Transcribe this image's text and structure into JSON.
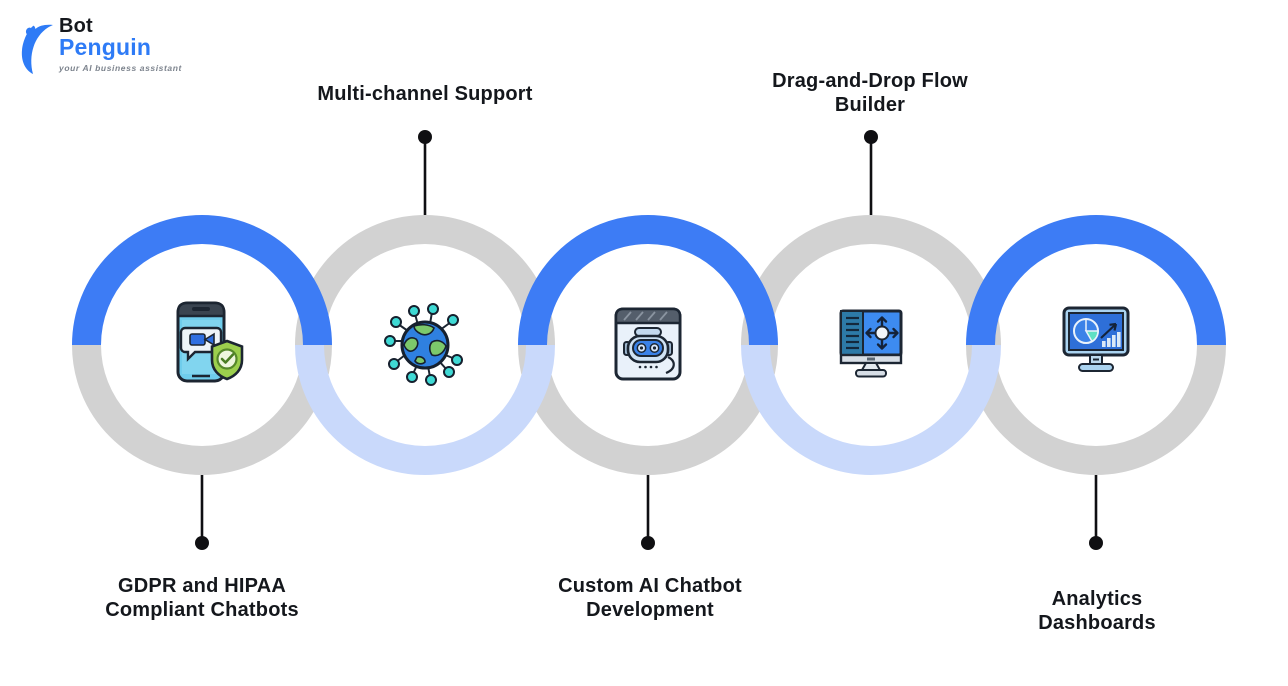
{
  "logo": {
    "brand_top": "Bot",
    "brand_bottom": "Penguin",
    "tagline": "your AI business assistant",
    "icon": "penguin-logo-icon"
  },
  "colors": {
    "ring_blue": "#3d7cf5",
    "ring_light_blue": "#c9d9fb",
    "ring_gray": "#d2d2d2",
    "brand_blue": "#2e7bf6",
    "connector_black": "#0f0f12",
    "label_text": "#14171c"
  },
  "features": [
    {
      "label": "GDPR and HIPAA\nCompliant Chatbots",
      "label_position": "bottom",
      "icon": "phone-shield-icon",
      "ring_top": "blue",
      "ring_bottom": "gray"
    },
    {
      "label": "Multi-channel Support",
      "label_position": "top",
      "icon": "globe-network-icon",
      "ring_top": "gray",
      "ring_bottom": "light-blue"
    },
    {
      "label": "Custom AI Chatbot\nDevelopment",
      "label_position": "bottom",
      "icon": "chatbot-window-icon",
      "ring_top": "blue",
      "ring_bottom": "gray"
    },
    {
      "label": "Drag-and-Drop Flow\nBuilder",
      "label_position": "top",
      "icon": "flow-builder-monitor-icon",
      "ring_top": "gray",
      "ring_bottom": "light-blue"
    },
    {
      "label": "Analytics Dashboards",
      "label_position": "bottom",
      "icon": "analytics-monitor-icon",
      "ring_top": "blue",
      "ring_bottom": "gray"
    }
  ]
}
